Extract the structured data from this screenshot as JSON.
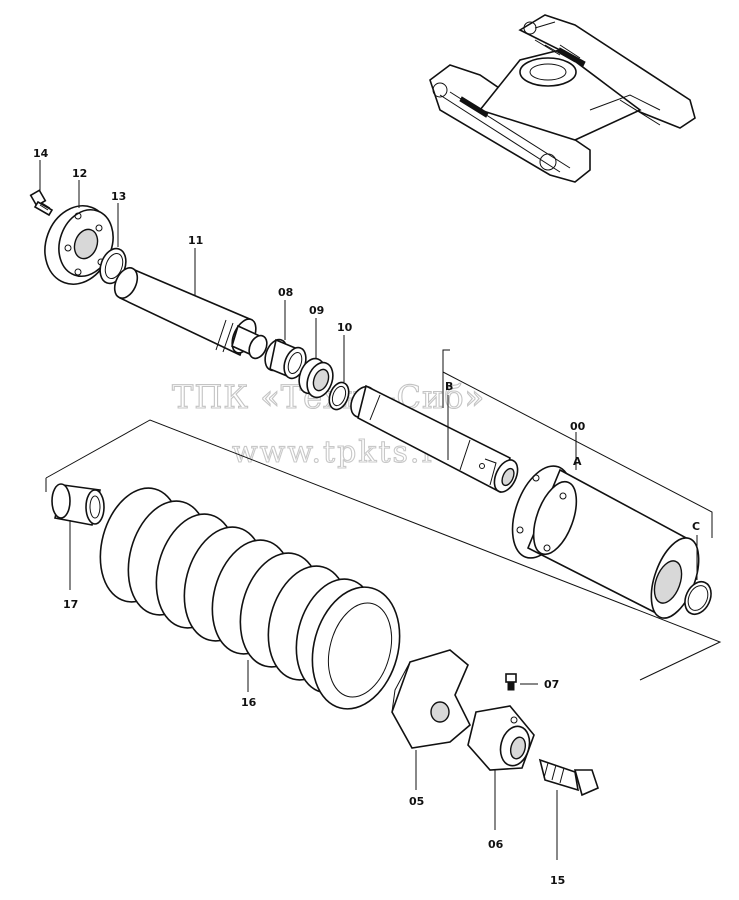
{
  "watermark": {
    "line1": "ТПК «Техно-Сиб»",
    "line2": "www.tpkts.ru"
  },
  "callouts": {
    "c14": "14",
    "c12": "12",
    "c13": "13",
    "c11": "11",
    "c08": "08",
    "c09": "09",
    "c10": "10",
    "cB": "B",
    "c00": "00",
    "cA": "A",
    "cC": "C",
    "c17": "17",
    "c16": "16",
    "c07": "07",
    "c05": "05",
    "c06": "06",
    "c15": "15"
  }
}
